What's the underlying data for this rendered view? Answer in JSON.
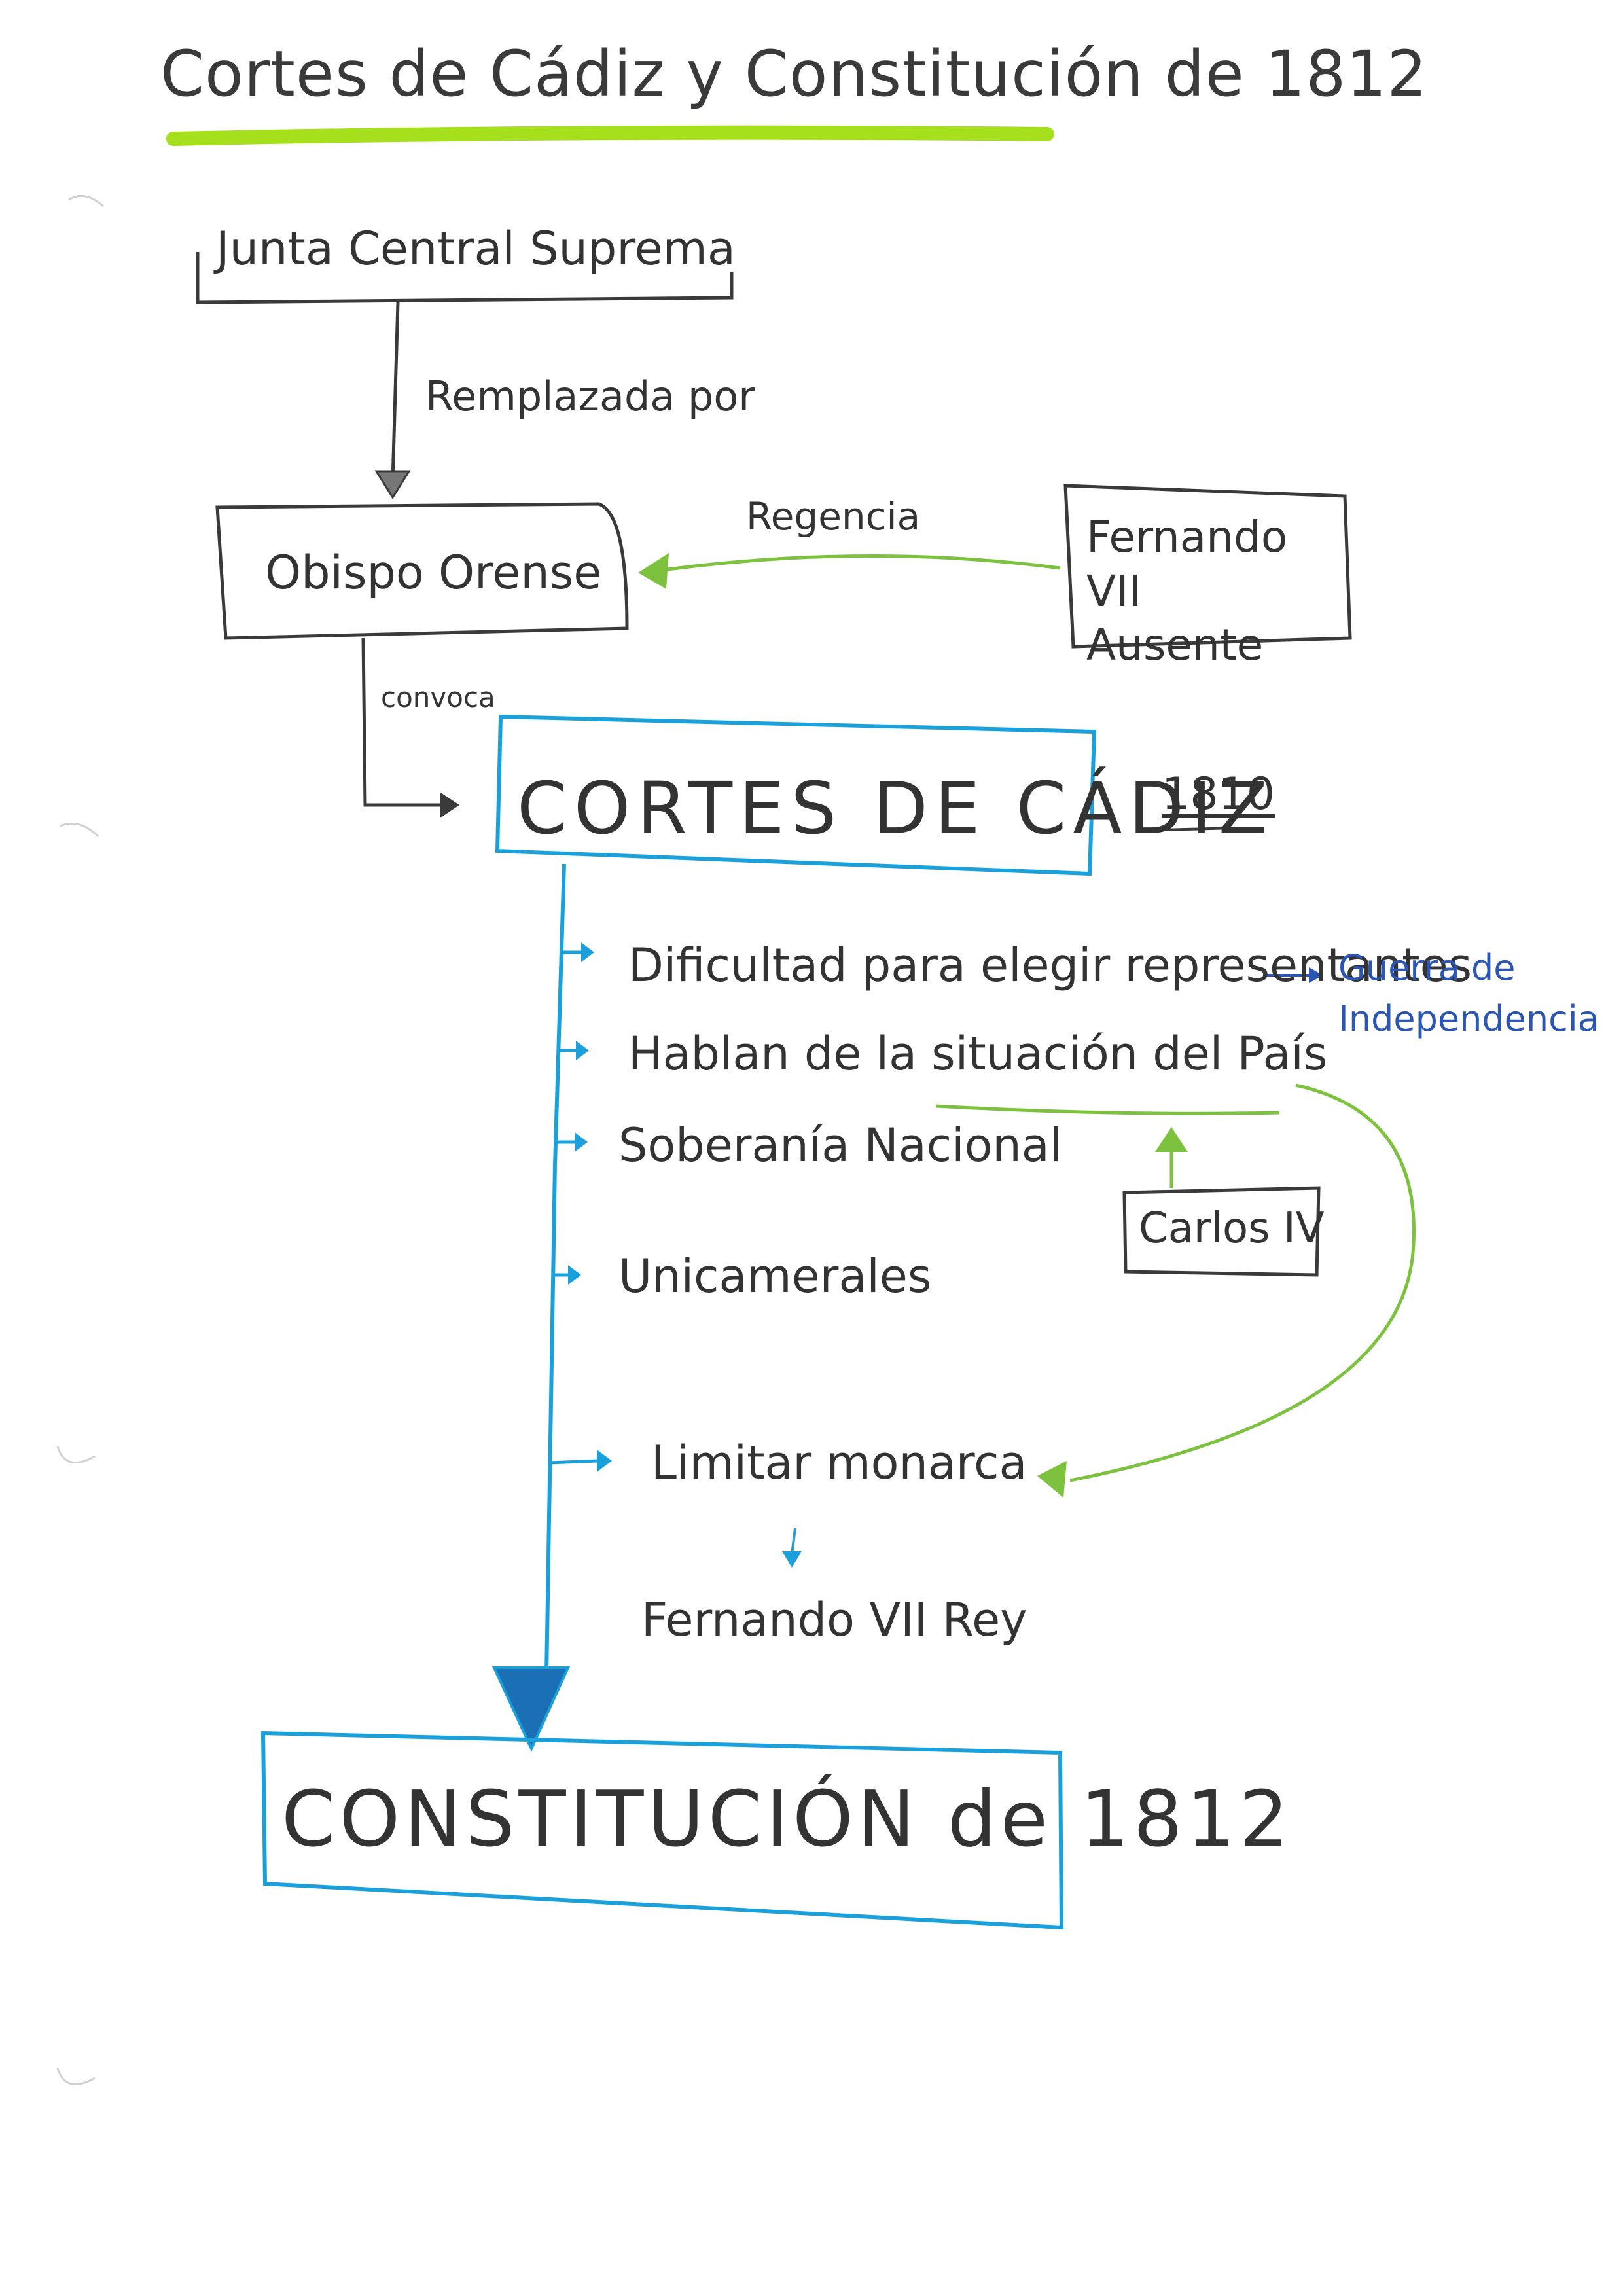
{
  "title": "Cortes de Cádiz y Constitución de 1812",
  "colors": {
    "pencil": "#3a3a3a",
    "blue": "#1ba0db",
    "green": "#7cc23f",
    "highlighter": "#a6e01c",
    "note_blue": "#2b56b3"
  },
  "nodes": {
    "junta": "Junta Central Suprema",
    "obispo": "Obispo Orense",
    "fernando_ausente_line1": "Fernando VII",
    "fernando_ausente_line2": "Ausente",
    "cortes": "CORTES DE CÁDIZ",
    "cortes_year": "1810",
    "carlos": "Carlos IV",
    "constitucion": "CONSTITUCIÓN de 1812"
  },
  "edges": {
    "remplazada": "Remplazada por",
    "regencia": "Regencia",
    "convoca": "convoca"
  },
  "items": [
    "Dificultad para elegir representantes",
    "Hablan de la situación del País",
    "Soberanía Nacional",
    "Unicamerales",
    "Limitar monarca"
  ],
  "side_note": {
    "line1": "Guerra de",
    "line2": "Independencia"
  },
  "result": "Fernando VII Rey"
}
